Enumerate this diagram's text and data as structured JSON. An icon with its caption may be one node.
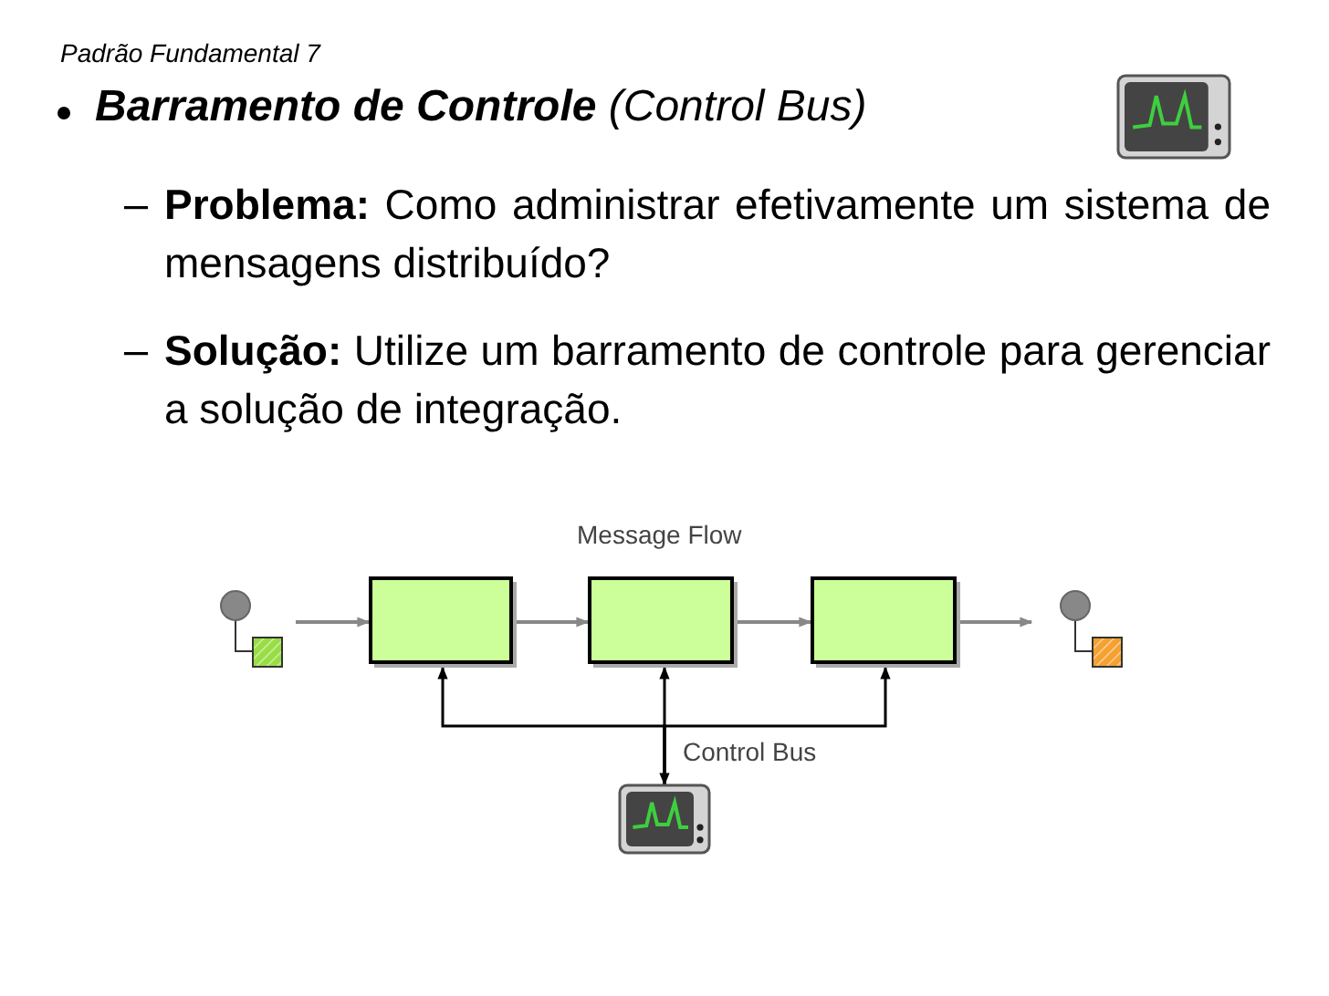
{
  "diagram": {
    "title": "Padrão Fundamental 7",
    "nodes": [
      {
        "text": [],
        "shape": "circle"
      },
      {
        "text": [],
        "shape": "box"
      },
      {
        "text": [],
        "shape": "box"
      },
      {
        "text": [],
        "shape": "box"
      },
      {
        "text": [],
        "shape": "circle"
      },
      {
        "text": [],
        "shape": "picture"
      }
    ],
    "edges": [
      {
        "from": 0,
        "to": 1,
        "arrow": "to"
      },
      {
        "from": 1,
        "to": 2,
        "arrow": "to"
      },
      {
        "from": 2,
        "to": 3,
        "arrow": "to"
      },
      {
        "from": 3,
        "to": 4,
        "arrow": "to"
      },
      {
        "from": 5,
        "to": 1,
        "arrow": "to",
        "color": "#000000"
      },
      {
        "from": 5,
        "to": 2,
        "arrow": "both",
        "label": "Control Bus",
        "color": "#000000"
      },
      {
        "from": 5,
        "to": 3,
        "arrow": "to",
        "color": "#000000"
      }
    ],
    "labels": [
      "**Barramento de Controle** (Control Bus)",
      "**Problema:** Como administrar efetivamente um sistema de mensagens distribuído?",
      "**Solução:** Utilize um barramento de controle para gerenciar a solução de integração.",
      "Message Flow"
    ]
  }
}
